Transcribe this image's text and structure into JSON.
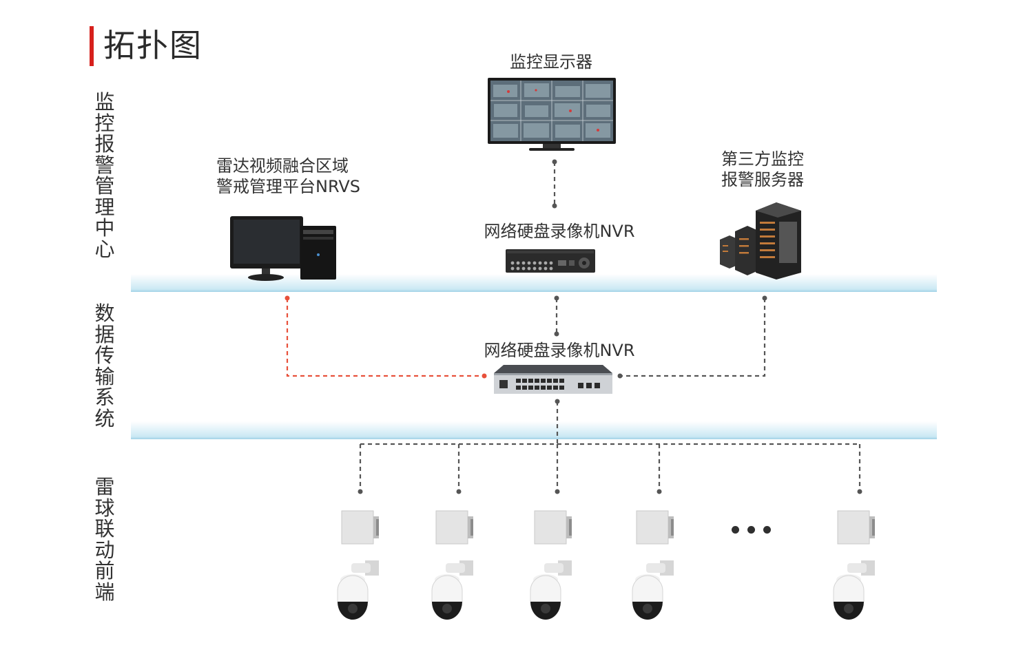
{
  "page": {
    "title": "拓扑图",
    "accent_color": "#d7201c",
    "line_color_default": "#555555",
    "line_color_highlight": "#e8503a"
  },
  "sections": {
    "center": "监控报警管理中心",
    "transport": "数据传输系统",
    "frontend": "雷球联动前端"
  },
  "nodes": {
    "monitor": {
      "label": "监控显示器",
      "icon": "monitor-wall-icon"
    },
    "nrvs": {
      "label_line1": "雷达视频融合区域",
      "label_line2": "警戒管理平台NRVS",
      "icon": "desktop-pc-icon"
    },
    "nvr": {
      "label": "网络硬盘录像机NVR",
      "icon": "nvr-recorder-icon"
    },
    "third_party": {
      "label_line1": "第三方监控",
      "label_line2": "报警服务器",
      "icon": "server-rack-icon"
    },
    "switch": {
      "label": "网络硬盘录像机NVR",
      "icon": "network-switch-icon"
    }
  },
  "frontend_units": [
    {
      "radar_icon": "radar-panel-icon",
      "camera_icon": "ptz-dome-camera-icon"
    },
    {
      "radar_icon": "radar-panel-icon",
      "camera_icon": "ptz-dome-camera-icon"
    },
    {
      "radar_icon": "radar-panel-icon",
      "camera_icon": "ptz-dome-camera-icon"
    },
    {
      "radar_icon": "radar-panel-icon",
      "camera_icon": "ptz-dome-camera-icon"
    },
    {
      "radar_icon": "radar-panel-icon",
      "camera_icon": "ptz-dome-camera-icon"
    }
  ],
  "ellipsis": "•••"
}
